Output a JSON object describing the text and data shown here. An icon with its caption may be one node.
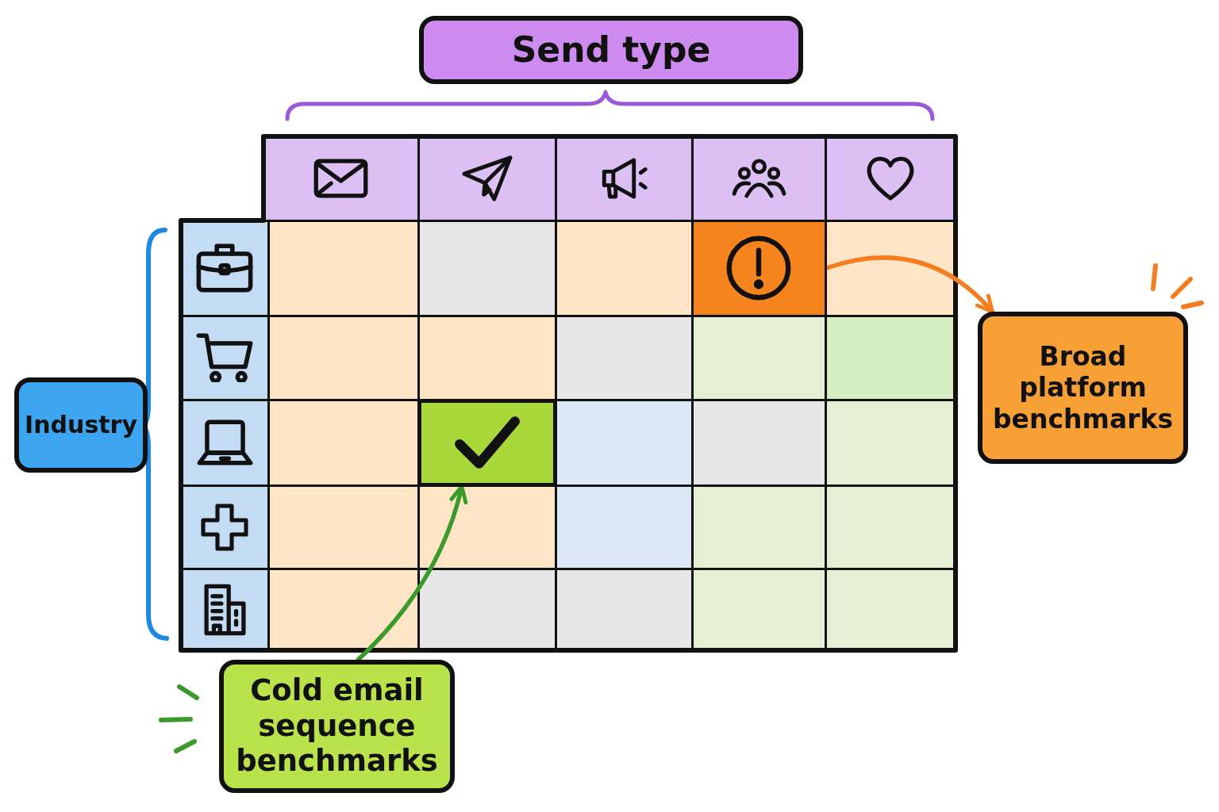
{
  "diagram": {
    "nodes": [
      {
        "text": [
          "Send type"
        ]
      },
      {
        "text": [
          "Industry"
        ]
      },
      {
        "text": [],
        "shape": "box"
      },
      {
        "text": [
          "Broad platform benchmarks"
        ]
      },
      {
        "text": [],
        "shape": "box"
      },
      {
        "text": [
          "Cold email sequence benchmarks"
        ]
      }
    ],
    "edges": [
      {
        "from": 2,
        "to": 3,
        "arrow": "to",
        "color": "#f57c1f"
      },
      {
        "from": 5,
        "to": 4,
        "arrow": "to",
        "color": "#3c9a2c"
      }
    ]
  }
}
